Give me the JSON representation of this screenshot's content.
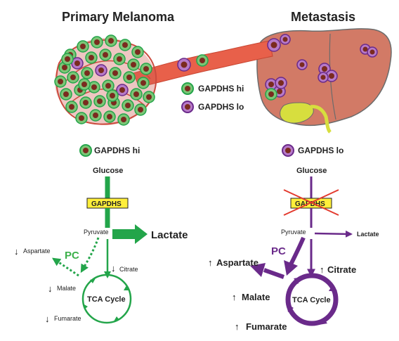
{
  "titles": {
    "left": "Primary Melanoma",
    "right": "Metastasis"
  },
  "legend": {
    "hi": "GAPDHS hi",
    "lo": "GAPDHS lo"
  },
  "left": {
    "cell_label": "GAPDHS hi",
    "glucose": "Glucose",
    "enzyme": "GAPDHS",
    "pyruvate": "Pyruvate",
    "lactate": "Lactate",
    "pc": "PC",
    "aspartate": "Aspartate",
    "citrate": "Citrate",
    "malate": "Malate",
    "fumarate": "Fumarate",
    "tca": "TCA Cycle",
    "down_arrow": "↓"
  },
  "right": {
    "cell_label": "GAPDHS lo",
    "glucose": "Glucose",
    "enzyme": "GAPDHS",
    "pyruvate": "Pyruvate",
    "lactate": "Lactate",
    "pc": "PC",
    "aspartate": "Aspartate",
    "citrate": "Citrate",
    "malate": "Malate",
    "fumarate": "Fumarate",
    "tca": "TCA Cycle",
    "up_arrow": "↑"
  },
  "colors": {
    "green": "#23a54a",
    "green_light": "#7cc576",
    "purple": "#6a2a8a",
    "purple_light": "#b77ac8",
    "liver": "#d27a66",
    "vessel": "#e8604a",
    "enzyme_box": "#ffef3a",
    "cross": "#e33a2e",
    "nucleus": "#7a2b1f"
  }
}
